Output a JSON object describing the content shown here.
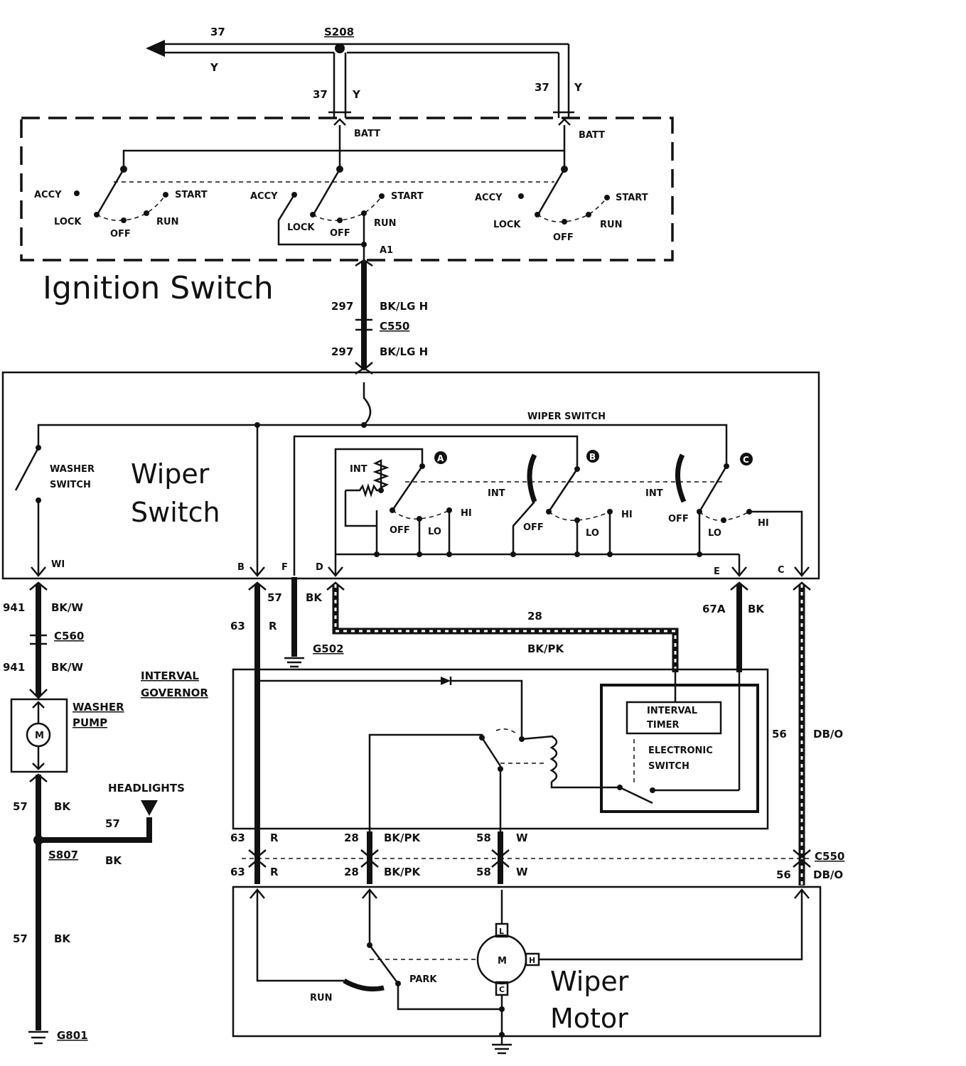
{
  "labels": {
    "w37_top": "37",
    "y_top": "Y",
    "s208": "S208",
    "w37_left": "37",
    "y_left": "Y",
    "w37_right": "37",
    "y_right": "Y",
    "batt1": "BATT",
    "batt2": "BATT",
    "accy1": "ACCY",
    "lock1": "LOCK",
    "off1": "OFF",
    "run1": "RUN",
    "start1": "START",
    "accy2": "ACCY",
    "lock2": "LOCK",
    "off2": "OFF",
    "run2": "RUN",
    "start2": "START",
    "accy3": "ACCY",
    "lock3": "LOCK",
    "off3": "OFF",
    "run3": "RUN",
    "start3": "START",
    "a1": "A1",
    "ignition_title": "Ignition Switch",
    "w297a": "297",
    "bklgh_a": "BK/LG H",
    "c550a": "C550",
    "w297b": "297",
    "bklgh_b": "BK/LG H",
    "wiper_switch_hdr": "WIPER SWITCH",
    "washer_switch": "WASHER SWITCH",
    "wiper_title": "Wiper",
    "switch_title": "Switch",
    "sw_a": "A",
    "sw_b": "B",
    "sw_c": "C",
    "int_a": "INT",
    "int_b": "INT",
    "int_c": "INT",
    "off_a": "OFF",
    "lo_a": "LO",
    "hi_a": "HI",
    "off_b": "OFF",
    "lo_b": "LO",
    "hi_b": "HI",
    "off_c": "OFF",
    "lo_c": "LO",
    "hi_c": "HI",
    "pin_wi": "WI",
    "pin_b": "B",
    "pin_f": "F",
    "pin_d": "D",
    "pin_e": "E",
    "pin_c": "C",
    "w941a": "941",
    "bkw_a": "BK/W",
    "c560": "C560",
    "w941b": "941",
    "bkw_b": "BK/W",
    "washer_pump": "WASHER PUMP",
    "m_pump": "M",
    "w57_left1": "57",
    "bk_left1": "BK",
    "headlights": "HEADLIGHTS",
    "w57_hl": "57",
    "s807": "S807",
    "bk_s807": "BK",
    "w57_left2": "57",
    "bk_left2": "BK",
    "g801": "G801",
    "w57_mid": "57",
    "bk_mid": "BK",
    "w63_top": "63",
    "r_top": "R",
    "g502": "G502",
    "w28_top": "28",
    "bkpk_top": "BK/PK",
    "w67a": "67A",
    "bk_67a": "BK",
    "w56_side": "56",
    "dbo_side": "DB/O",
    "interval_governor": "INTERVAL GOVERNOR",
    "interval_timer": "INTERVAL TIMER",
    "electronic_switch": "ELECTRONIC SWITCH",
    "w63_a": "63",
    "r_a": "R",
    "w28_a": "28",
    "bkpk_a": "BK/PK",
    "w58_a": "58",
    "w_a": "W",
    "c550b": "C550",
    "w63_b": "63",
    "r_b": "R",
    "w28_b": "28",
    "bkpk_b": "BK/PK",
    "w58_b": "58",
    "w_b": "W",
    "w56_b": "56",
    "dbo_b": "DB/O",
    "park": "PARK",
    "run_motor": "RUN",
    "m_motor": "M",
    "term_l": "L",
    "term_h": "H",
    "term_c": "C",
    "wiper_motor_1": "Wiper",
    "wiper_motor_2": "Motor"
  }
}
